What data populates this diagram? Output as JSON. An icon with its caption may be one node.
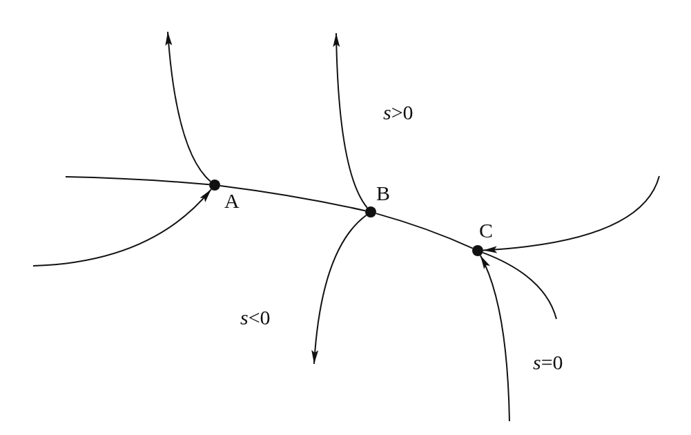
{
  "diagram": {
    "nodes": [
      {
        "text": [
          "A"
        ]
      },
      {
        "text": [
          "B"
        ]
      },
      {
        "text": [
          "C"
        ]
      }
    ],
    "edges": [
      {
        "from": null,
        "to": 0,
        "arrow": "none"
      },
      {
        "from": 0,
        "to": 1,
        "arrow": "none"
      },
      {
        "from": 1,
        "to": 2,
        "arrow": "none"
      },
      {
        "from": 2,
        "to": null,
        "arrow": "none"
      },
      {
        "from": null,
        "to": 0,
        "arrow": "to"
      },
      {
        "from": 0,
        "to": null,
        "arrow": "to"
      },
      {
        "from": 1,
        "to": null,
        "arrow": "to"
      },
      {
        "from": 1,
        "to": null,
        "arrow": "to"
      },
      {
        "from": null,
        "to": 2,
        "arrow": "to"
      },
      {
        "from": null,
        "to": 2,
        "arrow": "to"
      }
    ],
    "labels": [
      "*s*>0",
      "*s*<0",
      "*s*=0"
    ]
  }
}
